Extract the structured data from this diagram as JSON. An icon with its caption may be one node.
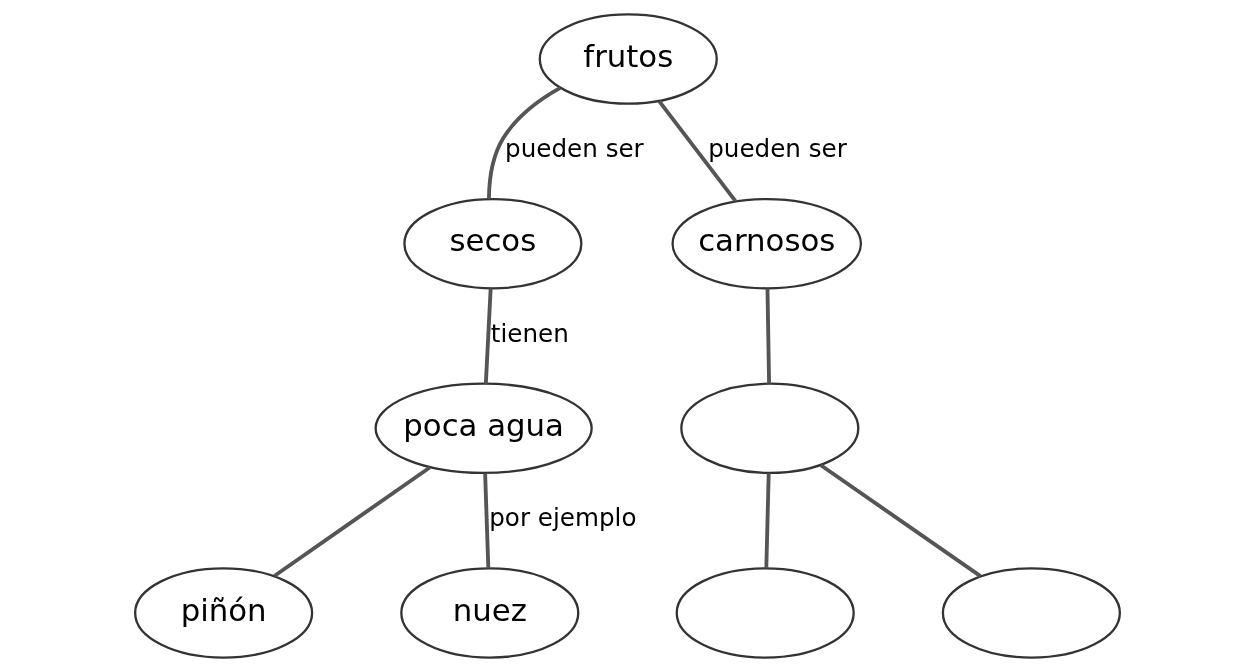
{
  "diagram": {
    "nodes": [
      {
        "text": [
          "frutos"
        ]
      },
      {
        "text": [
          "secos"
        ]
      },
      {
        "text": [
          "carnosos"
        ]
      },
      {
        "text": [
          "poca agua"
        ]
      },
      {
        "text": [],
        "shape": "ellipse"
      },
      {
        "text": [
          "piñón"
        ]
      },
      {
        "text": [
          "nuez"
        ]
      },
      {
        "text": [],
        "shape": "ellipse"
      },
      {
        "text": [],
        "shape": "ellipse"
      }
    ],
    "edges": [
      {
        "from": 0,
        "to": 1,
        "arrow": "none",
        "label": "pueden ser"
      },
      {
        "from": 0,
        "to": 2,
        "arrow": "none",
        "label": "pueden ser"
      },
      {
        "from": 1,
        "to": 3,
        "arrow": "none",
        "label": "tienen"
      },
      {
        "from": 2,
        "to": 4,
        "arrow": "none"
      },
      {
        "from": 3,
        "to": 5,
        "arrow": "none"
      },
      {
        "from": 3,
        "to": 6,
        "arrow": "none",
        "label": "por ejemplo"
      },
      {
        "from": 4,
        "to": 7,
        "arrow": "none"
      },
      {
        "from": 4,
        "to": 8,
        "arrow": "none"
      }
    ]
  }
}
